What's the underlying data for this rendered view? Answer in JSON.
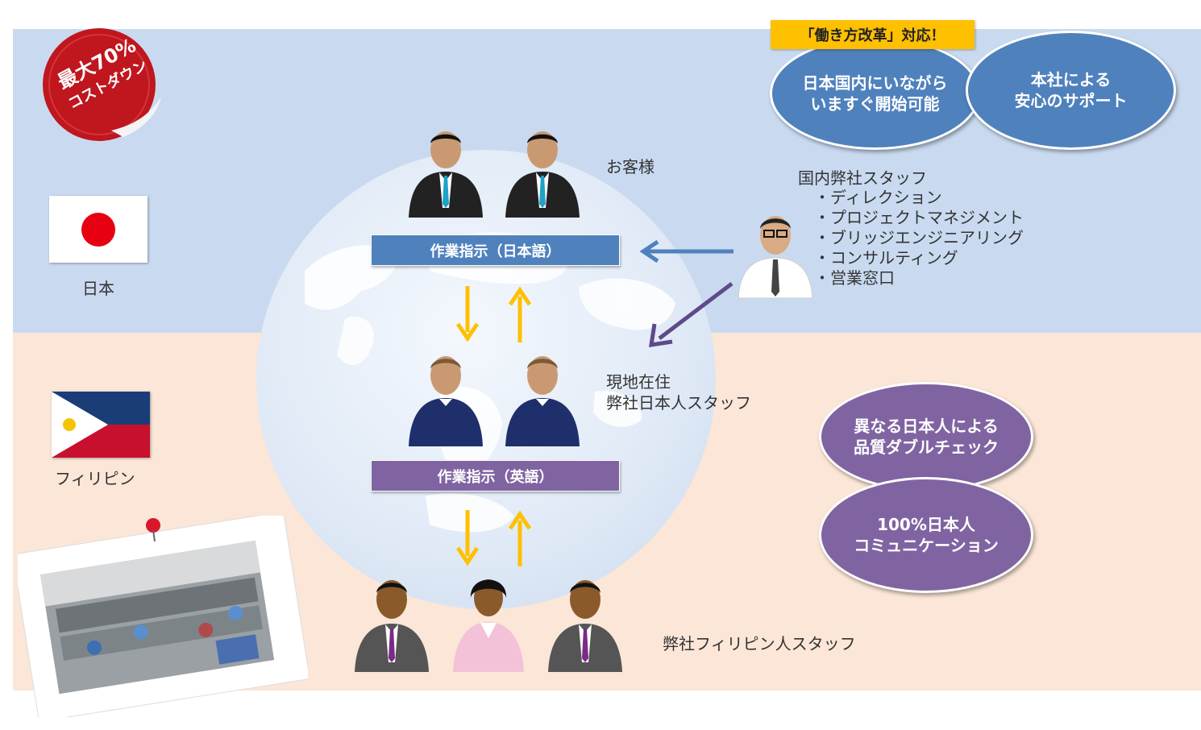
{
  "badge": {
    "line1": "最大70%",
    "line2": "コストダウン"
  },
  "countries": {
    "japan": "日本",
    "philippines": "フィリピン"
  },
  "labels": {
    "customer": "お客様",
    "local_staff_line1": "現地在住",
    "local_staff_line2": "弊社日本人スタッフ",
    "filipino_staff": "弊社フィリピン人スタッフ",
    "domestic_staff": "国内弊社スタッフ"
  },
  "staff_roles": [
    "・ディレクション",
    "・プロジェクトマネジメント",
    "・ブリッジエンジニアリング",
    "・コンサルティング",
    "・営業窓口"
  ],
  "instructions": {
    "japanese": "作業指示（日本語）",
    "english": "作業指示（英語）"
  },
  "highlight_tag": "「働き方改革」対応！",
  "circles": {
    "start_domestic": [
      "日本国内にいながら",
      "いますぐ開始可能"
    ],
    "hq_support": [
      "本社による",
      "安心のサポート"
    ],
    "double_check": [
      "異なる日本人による",
      "品質ダブルチェック"
    ],
    "japanese_comm": [
      "100%日本人",
      "コミュニケーション"
    ]
  },
  "colors": {
    "blue": "#4f81bd",
    "purple": "#8064a2",
    "arrow_orange": "#ffc000",
    "badge_red": "#c0161e"
  }
}
